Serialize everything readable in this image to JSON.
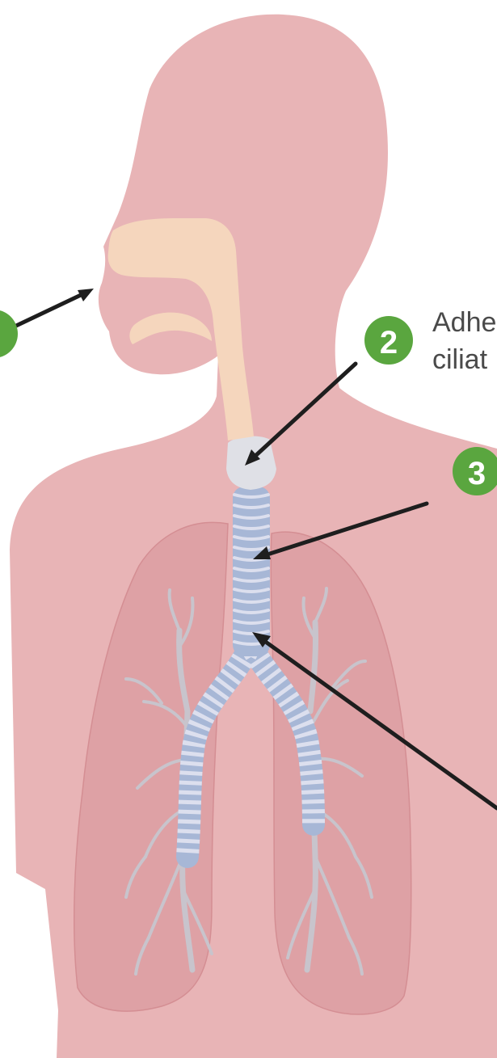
{
  "colors": {
    "body": "#e8b4b6",
    "lung": "#dea1a5",
    "lung_edge": "#d48e93",
    "nasal": "#f5d6bd",
    "larynx": "#dfe0e6",
    "trachea": "#a7b7d6",
    "trachea_band": "#dcdfee",
    "bronchiole": "#c8c4cc",
    "badge": "#5aa63f",
    "arrow": "#1e1e1e",
    "text": "#4a4a4a"
  },
  "badges": [
    {
      "id": "1",
      "label": ""
    },
    {
      "id": "2",
      "label": "2"
    },
    {
      "id": "3",
      "label": "3"
    }
  ],
  "texts": {
    "line1": "Adhe",
    "line2": "ciliat"
  },
  "icons": {
    "badge": "numbered-circle",
    "arrow": "pointer-arrow"
  }
}
